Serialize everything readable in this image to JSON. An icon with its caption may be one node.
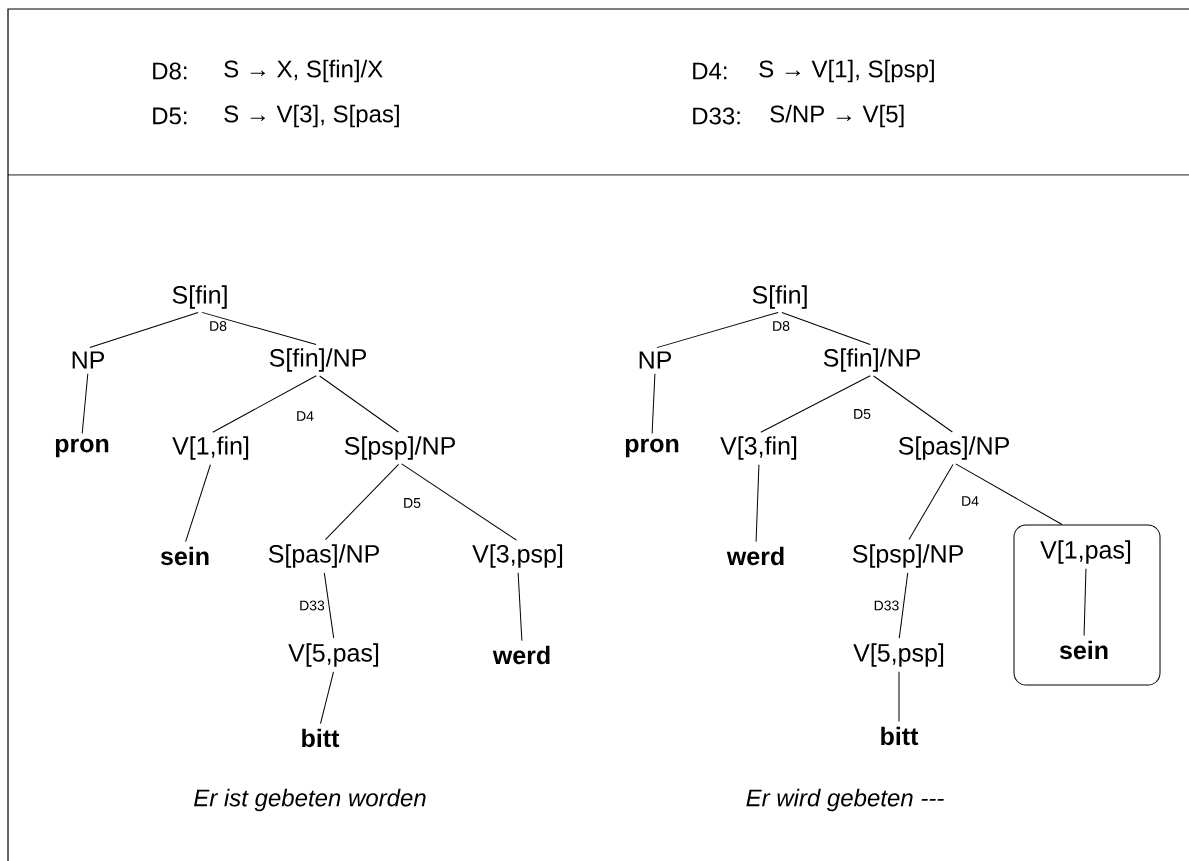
{
  "diagram": {
    "nodes": [
      {
        "text": [
          "S[fin]"
        ],
        "beside": [
          "D8"
        ]
      },
      {
        "text": [
          "NP"
        ]
      },
      {
        "text": [
          "S[fin]/NP"
        ],
        "beside": [
          "D4"
        ]
      },
      {
        "text": [
          "pron"
        ]
      },
      {
        "text": [
          "V[1,fin]"
        ]
      },
      {
        "text": [
          "S[psp]/NP"
        ],
        "beside": [
          "D5"
        ]
      },
      {
        "text": [
          "sein"
        ]
      },
      {
        "text": [
          "S[pas]/NP"
        ]
      },
      {
        "text": [
          "V[3,psp]"
        ]
      },
      {
        "text": [
          "V[5,pas]"
        ]
      },
      {
        "text": [
          "werd"
        ]
      },
      {
        "text": [
          "bitt"
        ]
      },
      {
        "text": [
          "S[fin]"
        ],
        "beside": [
          "D8"
        ]
      },
      {
        "text": [
          "NP"
        ]
      },
      {
        "text": [
          "S[fin]/NP"
        ],
        "beside": [
          "D5"
        ]
      },
      {
        "text": [
          "pron"
        ]
      },
      {
        "text": [
          "V[3,fin]"
        ]
      },
      {
        "text": [
          "S[pas]/NP"
        ],
        "beside": [
          "D4"
        ]
      },
      {
        "text": [
          "werd"
        ]
      },
      {
        "text": [
          "S[psp]/NP"
        ]
      },
      {
        "text": [],
        "shape": "box"
      },
      {
        "text": [
          "V[1,pas]"
        ],
        "in": 20
      },
      {
        "text": [
          "V[5,psp]"
        ]
      },
      {
        "text": [
          "sein"
        ],
        "in": 20
      },
      {
        "text": [
          "bitt"
        ]
      }
    ],
    "edges": [
      {
        "from": 0,
        "to": 1,
        "arrow": "none"
      },
      {
        "from": 0,
        "to": 2,
        "arrow": "none"
      },
      {
        "from": 1,
        "to": 3,
        "arrow": "none"
      },
      {
        "from": 2,
        "to": 4,
        "arrow": "none"
      },
      {
        "from": 2,
        "to": 5,
        "arrow": "none"
      },
      {
        "from": 4,
        "to": 6,
        "arrow": "none"
      },
      {
        "from": 5,
        "to": 7,
        "arrow": "none"
      },
      {
        "from": 5,
        "to": 8,
        "arrow": "none"
      },
      {
        "from": 7,
        "to": 9,
        "label": "D33",
        "arrow": "none"
      },
      {
        "from": 8,
        "to": 10,
        "arrow": "none"
      },
      {
        "from": 9,
        "to": 11,
        "arrow": "none"
      },
      {
        "from": 12,
        "to": 13,
        "arrow": "none"
      },
      {
        "from": 12,
        "to": 14,
        "arrow": "none"
      },
      {
        "from": 13,
        "to": 15,
        "arrow": "none"
      },
      {
        "from": 14,
        "to": 16,
        "arrow": "none"
      },
      {
        "from": 14,
        "to": 17,
        "arrow": "none"
      },
      {
        "from": 16,
        "to": 18,
        "arrow": "none"
      },
      {
        "from": 17,
        "to": 19,
        "arrow": "none"
      },
      {
        "from": 17,
        "to": 20,
        "arrow": "none"
      },
      {
        "from": 21,
        "to": 23,
        "arrow": "none"
      },
      {
        "from": 19,
        "to": 22,
        "label": "D33",
        "arrow": "none"
      },
      {
        "from": 22,
        "to": 24,
        "arrow": "none"
      }
    ],
    "labels": [
      "D8:",
      "S → X, S[fin]/X",
      "D4:",
      "S → V[1], S[psp]",
      "D5:",
      "S → V[3], S[pas]",
      "D33:",
      "S/NP → V[5]",
      "Er ist gebeten worden",
      "Er wird gebeten ---"
    ]
  }
}
